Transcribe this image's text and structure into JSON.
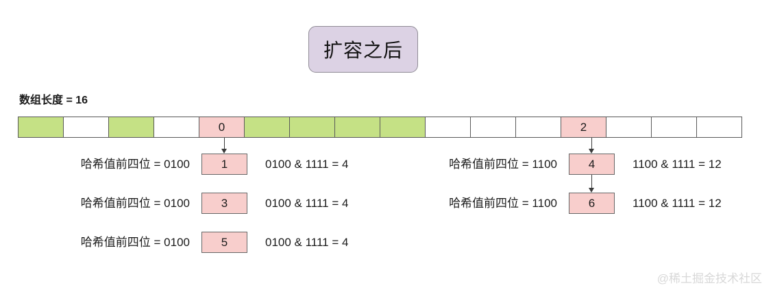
{
  "title": "扩容之后",
  "array": {
    "length_label": "数组长度 = 16",
    "cells": [
      {
        "color": "green",
        "value": ""
      },
      {
        "color": "white",
        "value": ""
      },
      {
        "color": "green",
        "value": ""
      },
      {
        "color": "white",
        "value": ""
      },
      {
        "color": "pink",
        "value": "0"
      },
      {
        "color": "green",
        "value": ""
      },
      {
        "color": "green",
        "value": ""
      },
      {
        "color": "green",
        "value": ""
      },
      {
        "color": "green",
        "value": ""
      },
      {
        "color": "white",
        "value": ""
      },
      {
        "color": "white",
        "value": ""
      },
      {
        "color": "white",
        "value": ""
      },
      {
        "color": "pink",
        "value": "2"
      },
      {
        "color": "white",
        "value": ""
      },
      {
        "color": "white",
        "value": ""
      },
      {
        "color": "white",
        "value": ""
      }
    ]
  },
  "chains": [
    {
      "bucket_index": 4,
      "rows": [
        {
          "left_label": "哈希值前四位 = 0100",
          "node": "1",
          "right_label": "0100 & 1111 = 4",
          "incoming_arrow": true
        },
        {
          "left_label": "哈希值前四位 = 0100",
          "node": "3",
          "right_label": "0100 & 1111 = 4",
          "incoming_arrow": false
        },
        {
          "left_label": "哈希值前四位 = 0100",
          "node": "5",
          "right_label": "0100 & 1111 = 4",
          "incoming_arrow": false
        }
      ]
    },
    {
      "bucket_index": 12,
      "rows": [
        {
          "left_label": "哈希值前四位 = 1100",
          "node": "4",
          "right_label": "1100 & 1111 = 12",
          "incoming_arrow": true
        },
        {
          "left_label": "哈希值前四位 = 1100",
          "node": "6",
          "right_label": "1100 & 1111 = 12",
          "incoming_arrow": true
        }
      ]
    }
  ],
  "watermark": "@稀土掘金技术社区",
  "colors": {
    "green": "#c5e185",
    "pink": "#f8cecc",
    "title_fill": "#dcd2e4"
  }
}
